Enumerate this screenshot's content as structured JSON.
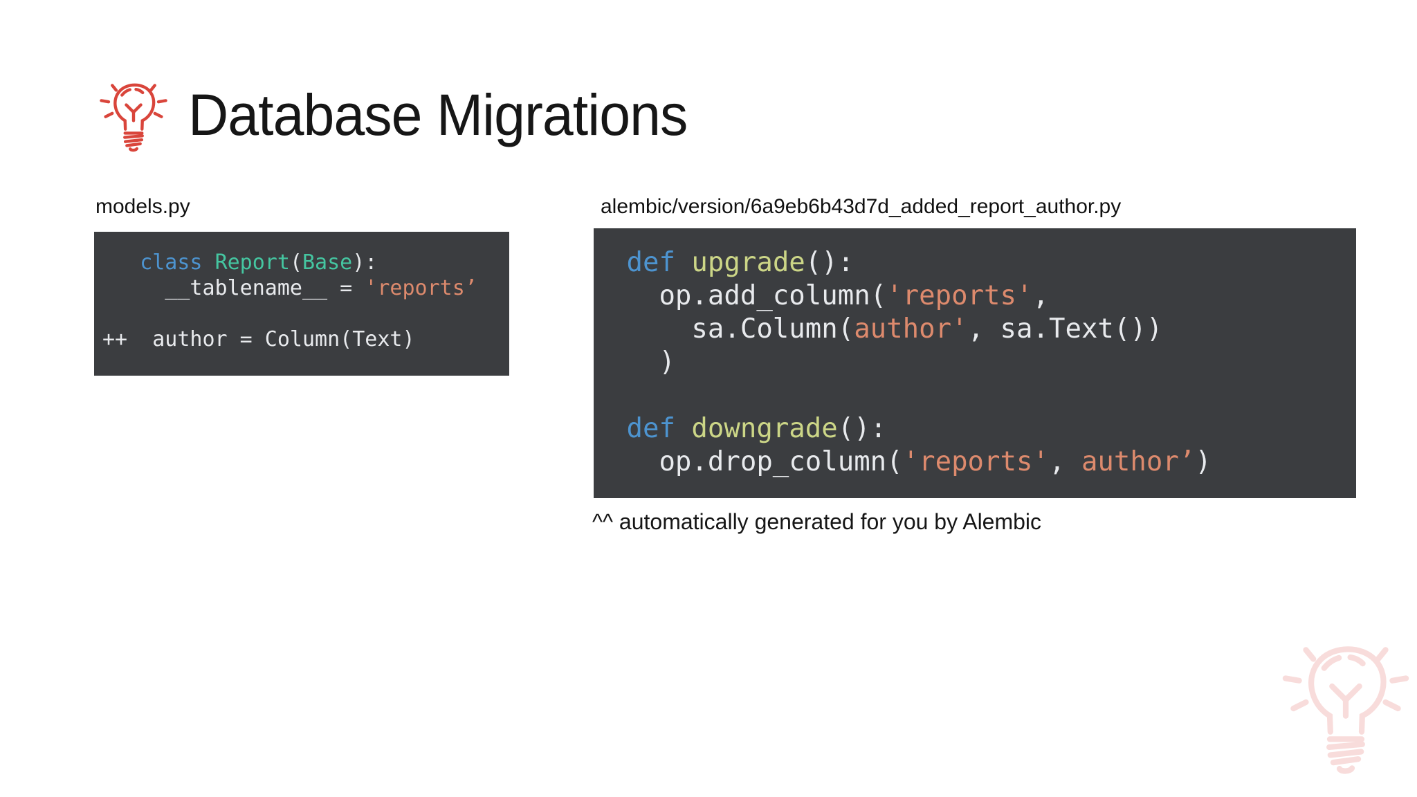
{
  "slide": {
    "title": "Database Migrations",
    "caption": "^^ automatically generated for you by Alembic"
  },
  "icons": {
    "title_icon": "lightbulb-icon",
    "watermark_icon": "lightbulb-icon-faded"
  },
  "colors": {
    "accent_red": "#d9453b",
    "code_background": "#3b3d40",
    "tokens": {
      "plain": "#e8eaed",
      "keyword": "#4d94d0",
      "classname": "#45c6a1",
      "function": "#ccd687",
      "string": "#dd8a6d"
    }
  },
  "panels": {
    "left": {
      "filename": "models.py",
      "code": [
        [
          {
            "t": "   ",
            "s": "plain"
          },
          {
            "t": "class",
            "s": "keyword"
          },
          {
            "t": " ",
            "s": "plain"
          },
          {
            "t": "Report",
            "s": "classname"
          },
          {
            "t": "(",
            "s": "plain"
          },
          {
            "t": "Base",
            "s": "classname"
          },
          {
            "t": "):",
            "s": "plain"
          }
        ],
        [
          {
            "t": "     __tablename__ = ",
            "s": "plain"
          },
          {
            "t": "'reports’",
            "s": "string"
          }
        ],
        [],
        [
          {
            "t": "++  author = Column(Text)",
            "s": "plain"
          }
        ]
      ]
    },
    "right": {
      "filename": "alembic/version/6a9eb6b43d7d_added_report_author.py",
      "code": [
        [
          {
            "t": " ",
            "s": "plain"
          },
          {
            "t": "def",
            "s": "keyword"
          },
          {
            "t": " ",
            "s": "plain"
          },
          {
            "t": "upgrade",
            "s": "function"
          },
          {
            "t": "():",
            "s": "plain"
          }
        ],
        [
          {
            "t": "   op.add_column(",
            "s": "plain"
          },
          {
            "t": "'reports'",
            "s": "string"
          },
          {
            "t": ",",
            "s": "plain"
          }
        ],
        [
          {
            "t": "     sa.Column(",
            "s": "plain"
          },
          {
            "t": "author'",
            "s": "string"
          },
          {
            "t": ", sa.Text())",
            "s": "plain"
          }
        ],
        [
          {
            "t": "   )",
            "s": "plain"
          }
        ],
        [],
        [
          {
            "t": " ",
            "s": "plain"
          },
          {
            "t": "def",
            "s": "keyword"
          },
          {
            "t": " ",
            "s": "plain"
          },
          {
            "t": "downgrade",
            "s": "function"
          },
          {
            "t": "():",
            "s": "plain"
          }
        ],
        [
          {
            "t": "   op.drop_column(",
            "s": "plain"
          },
          {
            "t": "'reports'",
            "s": "string"
          },
          {
            "t": ", ",
            "s": "plain"
          },
          {
            "t": "author’",
            "s": "string"
          },
          {
            "t": ")",
            "s": "plain"
          }
        ]
      ]
    }
  }
}
